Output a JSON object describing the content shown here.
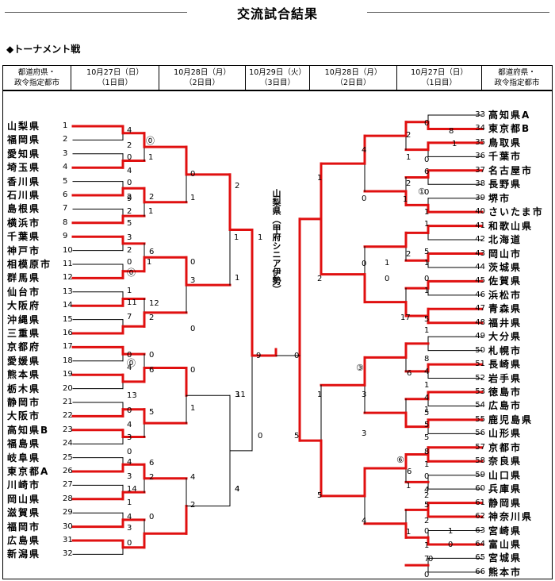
{
  "title": "交流試合結果",
  "subtitle": "◆トーナメント戦",
  "headers": {
    "pref_left": [
      "都道府県・",
      "政令指定都市"
    ],
    "d1_left": [
      "10月27日（日）",
      "（1日目）"
    ],
    "d2_left": [
      "10月28日（月）",
      "（2日目）"
    ],
    "d3": [
      "10月29日（火）",
      "（3日目）"
    ],
    "d2_right": [
      "10月28日（月）",
      "（2日目）"
    ],
    "d1_right": [
      "10月27日（日）",
      "（1日目）"
    ],
    "pref_right": [
      "都道府県・",
      "政令指定都市"
    ]
  },
  "champion": "山梨県（甲府シニア伊勢）",
  "left_teams": [
    {
      "name": "山梨県",
      "num": "1"
    },
    {
      "name": "福岡県",
      "num": "2"
    },
    {
      "name": "愛知県",
      "num": "3"
    },
    {
      "name": "埼玉県",
      "num": "4"
    },
    {
      "name": "香川県",
      "num": "5"
    },
    {
      "name": "石川県",
      "num": "6"
    },
    {
      "name": "島根県",
      "num": "7"
    },
    {
      "name": "横浜市",
      "num": "8"
    },
    {
      "name": "千葉県",
      "num": "9"
    },
    {
      "name": "神戸市",
      "num": "10"
    },
    {
      "name": "相模原市",
      "num": "11"
    },
    {
      "name": "群馬県",
      "num": "12"
    },
    {
      "name": "仙台市",
      "num": "13"
    },
    {
      "name": "大阪府",
      "num": "14"
    },
    {
      "name": "沖縄県",
      "num": "15"
    },
    {
      "name": "三重県",
      "num": "16"
    },
    {
      "name": "京都府",
      "num": "17"
    },
    {
      "name": "愛媛県",
      "num": "18"
    },
    {
      "name": "熊本県",
      "num": "19"
    },
    {
      "name": "栃木県",
      "num": "20"
    },
    {
      "name": "静岡市",
      "num": "21"
    },
    {
      "name": "大阪市",
      "num": "22"
    },
    {
      "name": "高知県B",
      "num": "23"
    },
    {
      "name": "福島県",
      "num": "24"
    },
    {
      "name": "岐阜県",
      "num": "25"
    },
    {
      "name": "東京都A",
      "num": "26"
    },
    {
      "name": "川崎市",
      "num": "27"
    },
    {
      "name": "岡山県",
      "num": "28"
    },
    {
      "name": "滋賀県",
      "num": "29"
    },
    {
      "name": "福岡市",
      "num": "30"
    },
    {
      "name": "広島県",
      "num": "31"
    },
    {
      "name": "新潟県",
      "num": "32"
    }
  ],
  "right_teams": [
    {
      "name": "高知県A",
      "num": "33"
    },
    {
      "name": "東京都B",
      "num": "34"
    },
    {
      "name": "鳥取県",
      "num": "35"
    },
    {
      "name": "千葉市",
      "num": "36"
    },
    {
      "name": "名古屋市",
      "num": "37"
    },
    {
      "name": "長野県",
      "num": "38"
    },
    {
      "name": "堺市",
      "num": "39"
    },
    {
      "name": "さいたま市",
      "num": "40"
    },
    {
      "name": "和歌山県",
      "num": "41"
    },
    {
      "name": "北海道",
      "num": "42"
    },
    {
      "name": "岡山市",
      "num": "43"
    },
    {
      "name": "茨城県",
      "num": "44"
    },
    {
      "name": "佐賀県",
      "num": "45"
    },
    {
      "name": "浜松市",
      "num": "46"
    },
    {
      "name": "青森県",
      "num": "47"
    },
    {
      "name": "福井県",
      "num": "48"
    },
    {
      "name": "大分県",
      "num": "49"
    },
    {
      "name": "札幌市",
      "num": "50"
    },
    {
      "name": "長崎県",
      "num": "51"
    },
    {
      "name": "岩手県",
      "num": "52"
    },
    {
      "name": "徳島市",
      "num": "53"
    },
    {
      "name": "広島市",
      "num": "54"
    },
    {
      "name": "鹿児島県",
      "num": "55"
    },
    {
      "name": "山形県",
      "num": "56"
    },
    {
      "name": "京都市",
      "num": "57"
    },
    {
      "name": "奈良県",
      "num": "58"
    },
    {
      "name": "山口県",
      "num": "59"
    },
    {
      "name": "兵庫県",
      "num": "60"
    },
    {
      "name": "静岡県",
      "num": "61"
    },
    {
      "name": "神奈川県",
      "num": "62"
    },
    {
      "name": "宮崎県",
      "num": "63"
    },
    {
      "name": "富山県",
      "num": "64"
    },
    {
      "name": "宮城県",
      "num": "65"
    },
    {
      "name": "熊本市",
      "num": "66"
    }
  ],
  "scores": [
    {
      "t": "4"
    },
    {
      "t": "2"
    },
    {
      "t": "1"
    },
    {
      "t": "0"
    },
    {
      "t": "4"
    },
    {
      "t": "0"
    },
    {
      "t": "2"
    },
    {
      "t": "9"
    },
    {
      "t": "2"
    },
    {
      "t": "1"
    },
    {
      "t": "2"
    },
    {
      "t": "5"
    },
    {
      "t": "3"
    },
    {
      "t": "2"
    },
    {
      "t": "6"
    },
    {
      "t": "0"
    },
    {
      "t": "1"
    },
    {
      "t": "0"
    },
    {
      "t": "1"
    },
    {
      "t": "1"
    },
    {
      "t": "11"
    },
    {
      "t": "12"
    },
    {
      "t": "2"
    },
    {
      "t": "3"
    },
    {
      "t": "7"
    },
    {
      "t": "0"
    },
    {
      "t": "0"
    },
    {
      "t": "6"
    },
    {
      "t": "4"
    },
    {
      "t": "0"
    },
    {
      "t": "13"
    },
    {
      "t": "0"
    },
    {
      "t": "5"
    },
    {
      "t": "4"
    },
    {
      "t": "3"
    },
    {
      "t": "0"
    },
    {
      "t": "4"
    },
    {
      "t": "6"
    },
    {
      "t": "3"
    },
    {
      "t": "2"
    },
    {
      "t": "14"
    },
    {
      "t": "1"
    },
    {
      "t": "4"
    },
    {
      "t": "0"
    },
    {
      "t": "3"
    },
    {
      "t": "0"
    },
    {
      "t": "4"
    },
    {
      "t": "2"
    },
    {
      "t": "1"
    },
    {
      "t": "3"
    },
    {
      "t": "1"
    },
    {
      "t": "0"
    },
    {
      "t": "1"
    },
    {
      "t": "0"
    },
    {
      "t": "4"
    },
    {
      "t": "2"
    },
    {
      "t": "1"
    },
    {
      "t": "11"
    },
    {
      "t": "0"
    },
    {
      "t": "4"
    },
    {
      "t": "9"
    },
    {
      "t": "0"
    },
    {
      "t": "0"
    },
    {
      "t": "8"
    },
    {
      "t": "1"
    },
    {
      "t": "2"
    },
    {
      "t": "1"
    },
    {
      "t": "0"
    },
    {
      "t": "6"
    },
    {
      "t": "2"
    },
    {
      "t": "1"
    },
    {
      "t": "0"
    },
    {
      "t": "1"
    },
    {
      "t": "1"
    },
    {
      "t": "0"
    },
    {
      "t": "4"
    },
    {
      "t": "1"
    },
    {
      "t": "2"
    },
    {
      "t": "5"
    },
    {
      "t": "1"
    },
    {
      "t": "2"
    },
    {
      "t": "0"
    },
    {
      "t": "1"
    },
    {
      "t": "0"
    },
    {
      "t": "1"
    },
    {
      "t": "17"
    },
    {
      "t": "5"
    },
    {
      "t": "1"
    },
    {
      "t": "0"
    },
    {
      "t": "8"
    },
    {
      "t": "4"
    },
    {
      "t": "6"
    },
    {
      "t": "1"
    },
    {
      "t": "3"
    },
    {
      "t": "4"
    },
    {
      "t": "1"
    },
    {
      "t": "5"
    },
    {
      "t": "5"
    },
    {
      "t": "5"
    },
    {
      "t": "1"
    },
    {
      "t": "8"
    },
    {
      "t": "6"
    },
    {
      "t": "3"
    },
    {
      "t": "1"
    },
    {
      "t": "0"
    },
    {
      "t": "1"
    },
    {
      "t": "4"
    },
    {
      "t": "5"
    },
    {
      "t": "5"
    },
    {
      "t": "2"
    },
    {
      "t": "0"
    },
    {
      "t": "1"
    },
    {
      "t": "1"
    },
    {
      "t": "4"
    },
    {
      "t": "7"
    },
    {
      "t": "0"
    },
    {
      "t": "1"
    },
    {
      "t": "0"
    },
    {
      "t": "5"
    },
    {
      "t": "2"
    },
    {
      "t": "0"
    }
  ],
  "marks": [
    "⓪",
    "⓪",
    "⓪",
    "①",
    "③",
    "⑥"
  ],
  "line_color": "#e01010"
}
